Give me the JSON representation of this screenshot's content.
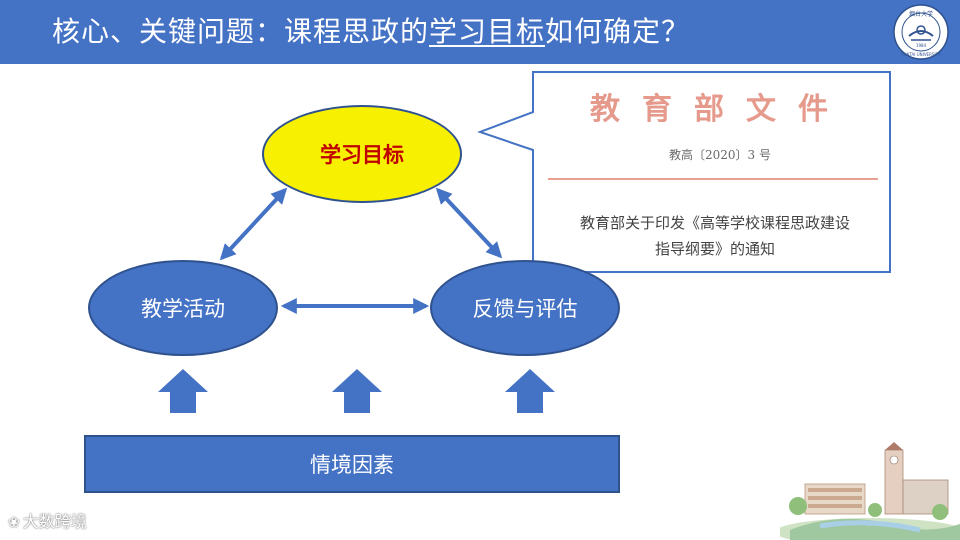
{
  "title": {
    "prefix": "核心、关键问题：课程思政的",
    "highlight": "学习目标",
    "suffix": "如何确定？"
  },
  "logo": {
    "top_text": "烟台大学",
    "year": "1984",
    "bottom_text": "YANTAI UNIVERSITY"
  },
  "document": {
    "title": "教育部文件",
    "number": "教高〔2020〕3 号",
    "notice_line1": "教育部关于印发《高等学校课程思政建设",
    "notice_line2": "指导纲要》的通知"
  },
  "diagram": {
    "goal": "学习目标",
    "teaching": "教学活动",
    "feedback": "反馈与评估",
    "context": "情境因素"
  },
  "watermark": {
    "text": "大数跨境"
  },
  "colors": {
    "banner": "#4472c4",
    "goal_fill": "#f7f000",
    "goal_text": "#c00000",
    "node_fill": "#4472c4",
    "arrow": "#4472c4"
  }
}
